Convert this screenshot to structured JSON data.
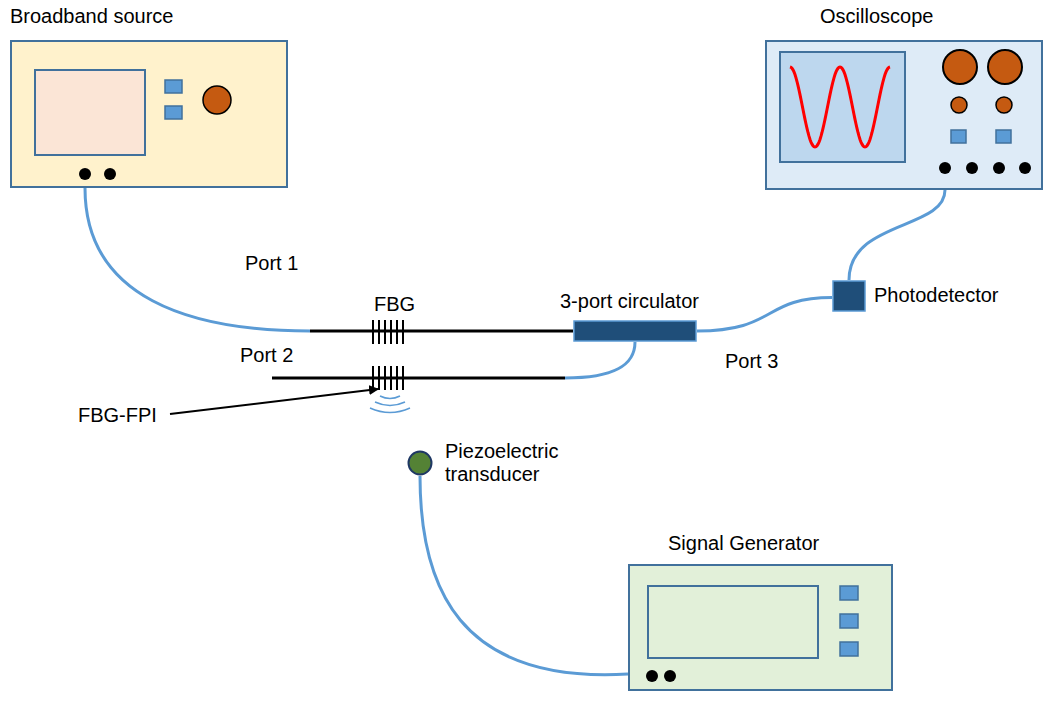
{
  "diagram": {
    "nodes": [
      {
        "text": [
          "Broadband source"
        ]
      },
      {
        "text": [
          "Oscilloscope"
        ]
      },
      {
        "text": [
          "3-port circulator"
        ]
      },
      {
        "text": [
          "Photodetector"
        ]
      },
      {
        "text": [
          "Piezoelectric transducer"
        ]
      },
      {
        "text": [
          "Signal Generator"
        ]
      }
    ],
    "edges": [
      {
        "from": 0,
        "to": 2,
        "arrow": "none"
      },
      {
        "from": 2,
        "to": 3,
        "arrow": "none"
      },
      {
        "from": 3,
        "to": 1,
        "arrow": "none"
      },
      {
        "from": 5,
        "to": 4,
        "arrow": "none"
      }
    ],
    "labels": [
      "Port 1",
      "FBG",
      "Port 2",
      "FBG-FPI",
      "Port 3"
    ]
  }
}
